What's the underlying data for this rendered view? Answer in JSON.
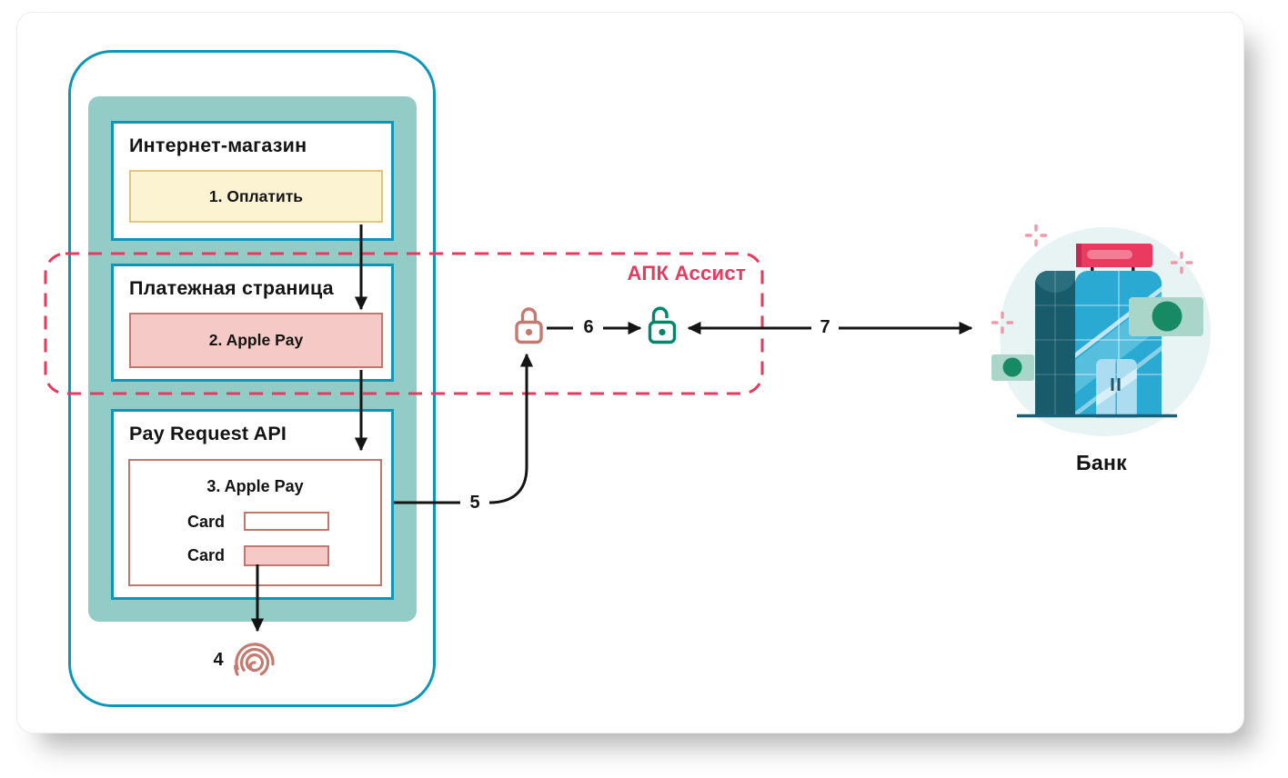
{
  "diagram": {
    "boxes": {
      "internet_shop": {
        "title": "Интернет-магазин",
        "button": "1. Оплатить"
      },
      "payment_page": {
        "title": "Платежная страница",
        "button": "2. Apple Pay"
      },
      "pay_request": {
        "title": "Pay Request API",
        "panel_title": "3. Apple Pay",
        "card1_label": "Card",
        "card2_label": "Card"
      }
    },
    "assist_label": "АПК Ассист",
    "bank_label": "Банк",
    "steps": {
      "s4": "4",
      "s5": "5",
      "s6": "6",
      "s7": "7"
    },
    "colors": {
      "phone_border": "#0c96b8",
      "screen_panel": "#93cbc7",
      "yellow_fill": "#fcf3d2",
      "yellow_border": "#e2c583",
      "pink_fill": "#f4c9c6",
      "salmon_border": "#c0786e",
      "accent_pink": "#e83a5e",
      "closed_lock": "#c5796f",
      "open_lock": "#00876b",
      "arrow": "#141414"
    }
  }
}
